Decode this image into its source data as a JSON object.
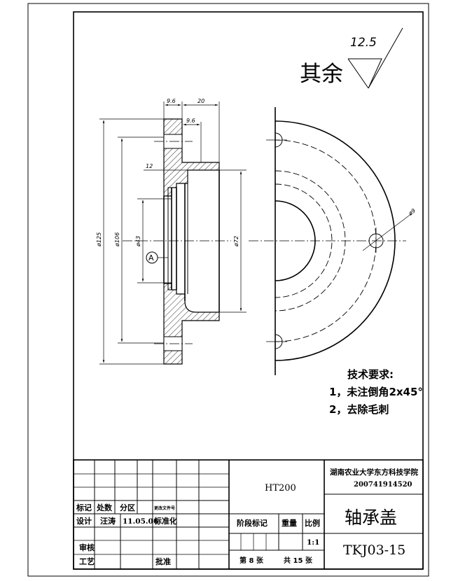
{
  "drawing": {
    "roughness_label": "其余",
    "roughness_value": "12.5",
    "dim_9_6_top": "9.6",
    "dim_20": "20",
    "dim_9_6_inner": "9.6",
    "dim_12": "12",
    "dim_d125": "ø125",
    "dim_d106": "ø106",
    "dim_d43": "ø43",
    "dim_d72": "ø72",
    "dim_d9": "ø9",
    "datum_label": "A"
  },
  "notes": {
    "title": "技术要求:",
    "items": [
      "1，未注倒角2x45°",
      "2，去除毛刺"
    ]
  },
  "title_block": {
    "material": "HT200",
    "school": "湖南农业大学东方科技学院",
    "student_id": "200741914520",
    "part_name": "轴承盖",
    "drawing_no": "TKJ03-15",
    "scale": "1:1",
    "labels": {
      "mark": "标记",
      "count": "处数",
      "zone": "分区",
      "change_doc": "更改文件号",
      "design": "设计",
      "designer": "汪涛",
      "date": "11.05.06",
      "standardize": "标准化",
      "review": "审核",
      "process": "工艺",
      "approve": "批准",
      "stage_mark": "阶段标记",
      "weight": "重量",
      "ratio": "比例",
      "sheet_no": "第 8 张",
      "sheet_total": "共 15 张"
    }
  }
}
